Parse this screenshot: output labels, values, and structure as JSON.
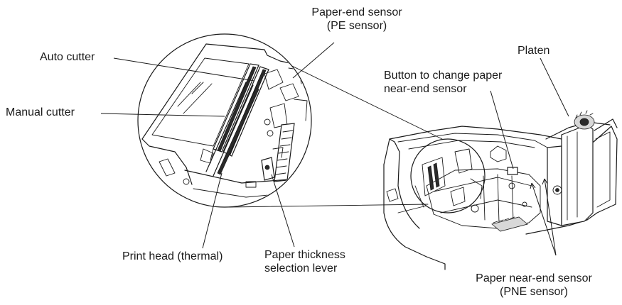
{
  "labels": {
    "paper_end_sensor": [
      "Paper-end sensor",
      "(PE sensor)"
    ],
    "auto_cutter": "Auto cutter",
    "manual_cutter": "Manual cutter",
    "platen": "Platen",
    "button_change_pne": [
      "Button to change paper",
      "near-end sensor"
    ],
    "print_head": "Print head (thermal)",
    "paper_thickness_lever": [
      "Paper thickness",
      "selection lever"
    ],
    "paper_near_end_sensor": [
      "Paper near-end sensor",
      "(PNE sensor)"
    ]
  }
}
